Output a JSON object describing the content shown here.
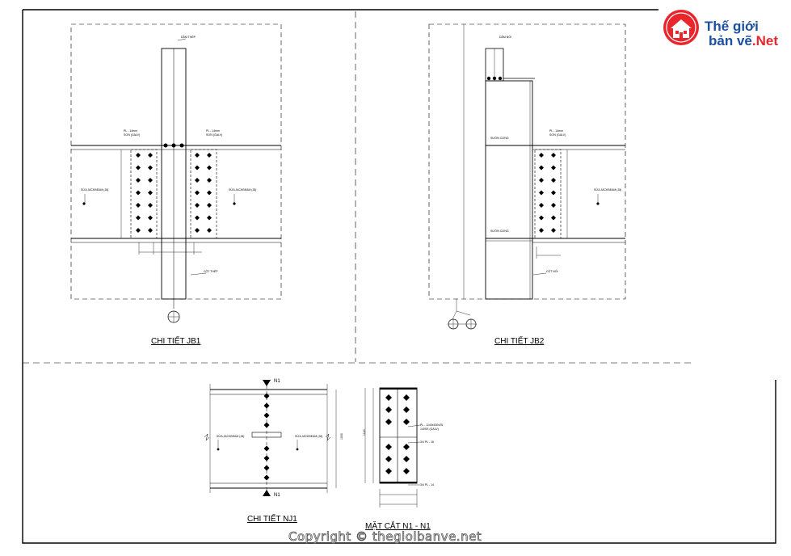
{
  "sheet": {
    "captions": {
      "jb1": "CHI TIẾT JB1",
      "jb2": "CHI TIẾT JB2",
      "nj1": "CHI TIẾT NJ1",
      "section": "MẶT CẮT N1 - N1"
    },
    "section_marks": {
      "top": "N1",
      "bottom": "N1"
    },
    "dims": {
      "height_1000": "1000",
      "height_1140": "1140"
    }
  },
  "logo": {
    "line1": "Thế giới",
    "line2_a": "bản vẽ",
    "line2_b": ".Net",
    "colors": {
      "red": "#e8262c",
      "blue": "#1b4fa0"
    }
  },
  "watermark": "Copyright © thegioibanve.net"
}
